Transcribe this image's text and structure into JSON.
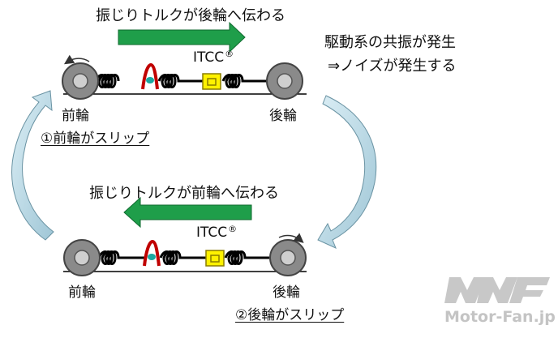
{
  "top": {
    "caption": "振じりトルクが後輪へ伝わる",
    "itcc": "ITCC",
    "reg": "®",
    "front_label": "前輪",
    "rear_label": "後輪",
    "slip_label": "①前輪がスリップ"
  },
  "bottom": {
    "caption": "振じりトルクが前輪へ伝わる",
    "itcc": "ITCC",
    "reg": "®",
    "front_label": "前輪",
    "rear_label": "後輪",
    "slip_label": "②後輪がスリップ"
  },
  "note": {
    "line1": "駆動系の共振が発生",
    "line2": "⇒ノイズが発生する"
  },
  "watermark": {
    "site": "Motor-Fan.jp"
  },
  "colors": {
    "torque_arrow": "#1f9e4a",
    "cycle_arrow": "#b9d9e6",
    "itcc_box": "#fff200",
    "twist": "#c00000",
    "wheel": "#7f7f7f"
  }
}
